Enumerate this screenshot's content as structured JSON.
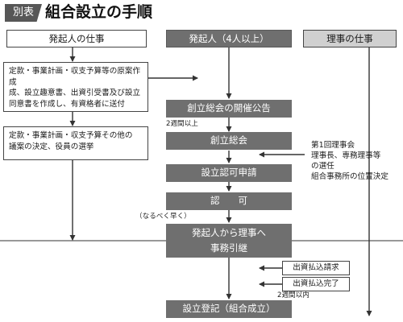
{
  "title": {
    "tag": "別表",
    "text": "組合設立の手順"
  },
  "headers": {
    "left": "発起人の仕事",
    "center": "発起人（4人以上）",
    "right": "理事の仕事"
  },
  "left_boxes": [
    [
      "定款・事業計画・収支予算等の原案作成",
      "成、設立趣意書、出資引受書及び設立",
      "同意書を作成し、有資格者に送付"
    ],
    [
      "定款・事業計画・収支予算その他の",
      "議案の決定、役員の選挙"
    ]
  ],
  "steps": {
    "announce": "創立総会の開催公告",
    "general_meeting": "創立総会",
    "application": "設立認可申請",
    "approval": "認　　可",
    "handover_line1": "発起人から理事へ",
    "handover_line2": "事務引継",
    "registration": "設立登記（組合成立）"
  },
  "notes": {
    "two_weeks_1": "2週間以上",
    "asap": "（なるべく早く）",
    "two_weeks_2": "2週間以内"
  },
  "right_note": [
    "第1回理事会",
    "理事長、専務理事等",
    "の選任",
    "組合事務所の位置決定"
  ],
  "small_boxes": {
    "request": "出資払込請求",
    "complete": "出資払込完了"
  },
  "colors": {
    "step_fill": "#6f6f6f",
    "title_tag_fill": "#575757",
    "right_header_fill": "#d0d0d0"
  }
}
